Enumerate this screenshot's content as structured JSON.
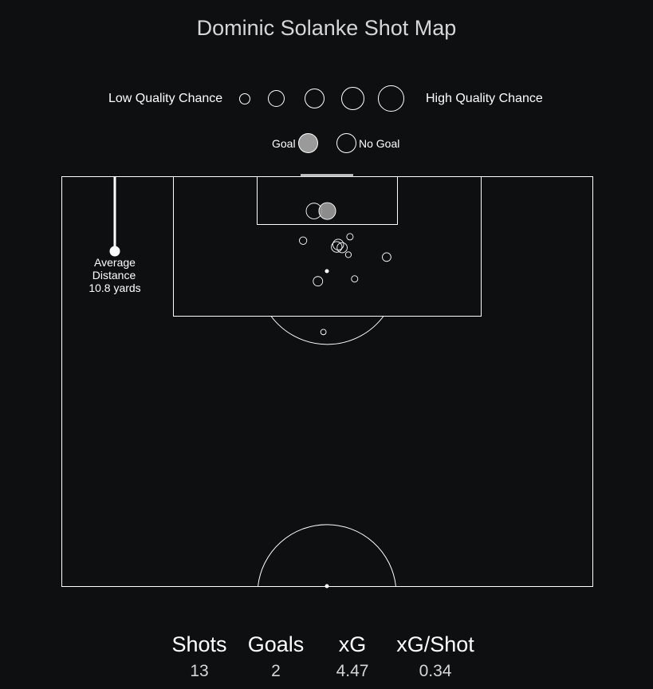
{
  "chart_data": {
    "type": "scatter",
    "title": "Dominic Solanke Shot Map",
    "legend": {
      "quality_low": "Low Quality Chance",
      "quality_high": "High Quality Chance",
      "goal": "Goal",
      "no_goal": "No Goal"
    },
    "average_distance": {
      "line1": "Average",
      "line2": "Distance",
      "line3": "10.8 yards",
      "yards": 10.8
    },
    "shots": [
      {
        "x": -1.7,
        "y": 4.4,
        "xg": 0.65,
        "goal": false
      },
      {
        "x": 0.0,
        "y": 4.4,
        "xg": 0.72,
        "goal": true
      },
      {
        "x": -3.1,
        "y": 8.2,
        "xg": 0.16,
        "goal": false
      },
      {
        "x": 2.9,
        "y": 7.7,
        "xg": 0.1,
        "goal": false
      },
      {
        "x": 1.2,
        "y": 9.0,
        "xg": 0.35,
        "goal": false
      },
      {
        "x": 1.9,
        "y": 9.1,
        "xg": 0.32,
        "goal": false
      },
      {
        "x": 1.4,
        "y": 8.7,
        "xg": 0.36,
        "goal": false
      },
      {
        "x": 2.7,
        "y": 10.0,
        "xg": 0.06,
        "goal": false
      },
      {
        "x": 7.6,
        "y": 10.3,
        "xg": 0.23,
        "goal": false
      },
      {
        "x": -1.2,
        "y": 13.4,
        "xg": 0.28,
        "goal": false
      },
      {
        "x": 3.5,
        "y": 13.1,
        "xg": 0.1,
        "goal": false
      },
      {
        "x": -0.5,
        "y": 19.9,
        "xg": 0.04,
        "goal": false
      }
    ],
    "xlim": [
      -34,
      34
    ],
    "ylim": [
      0,
      52.5
    ]
  },
  "stats": {
    "shots_label": "Shots",
    "shots_value": "13",
    "goals_label": "Goals",
    "goals_value": "2",
    "xg_label": "xG",
    "xg_value": "4.47",
    "xgshot_label": "xG/Shot",
    "xgshot_value": "0.34"
  },
  "colors": {
    "background": "#0d0f11",
    "line": "#ffffff",
    "goal_fill": "#9a9a9a"
  }
}
